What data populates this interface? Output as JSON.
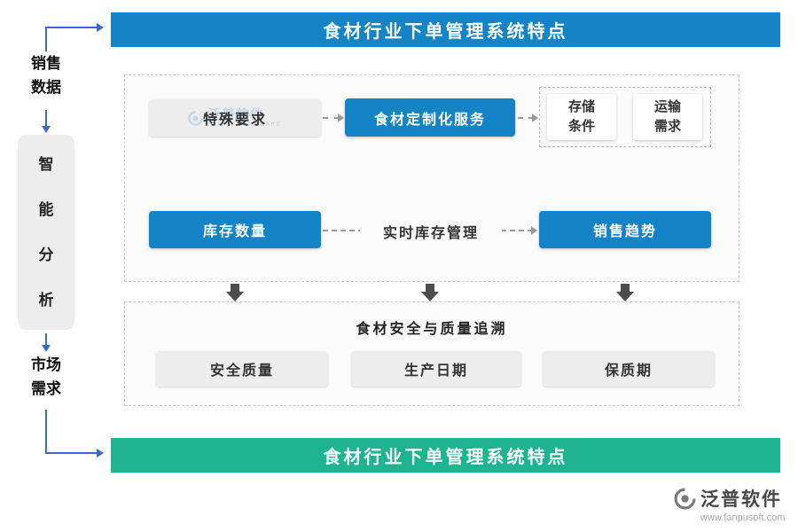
{
  "colors": {
    "primary_blue": "#1484c6",
    "green": "#1fb491",
    "arrow_blue": "#3a6bc5",
    "arrow_gray": "#999999",
    "dark_arrow": "#4d4d4d"
  },
  "header": {
    "title": "食材行业下单管理系统特点"
  },
  "footer_bar": {
    "title": "食材行业下单管理系统特点"
  },
  "left_flow": {
    "top_label": "销售数据",
    "middle_label": "智能分析",
    "bottom_label": "市场需求"
  },
  "row1": {
    "special_requirements": "特殊要求",
    "customization_service": "食材定制化服务",
    "storage_conditions": "存储条件",
    "transport_needs": "运输需求"
  },
  "row2": {
    "inventory_quantity": "库存数量",
    "realtime_inventory": "实时库存管理",
    "sales_trend": "销售趋势"
  },
  "traceability": {
    "title": "食材安全与质量追溯",
    "items": [
      "安全质量",
      "生产日期",
      "保质期"
    ]
  },
  "watermark": {
    "text": "泛普软件",
    "subtext": "FANPU SOFTWARE"
  },
  "logo": {
    "name": "泛普软件",
    "website": "www.fanpusoft.com"
  }
}
